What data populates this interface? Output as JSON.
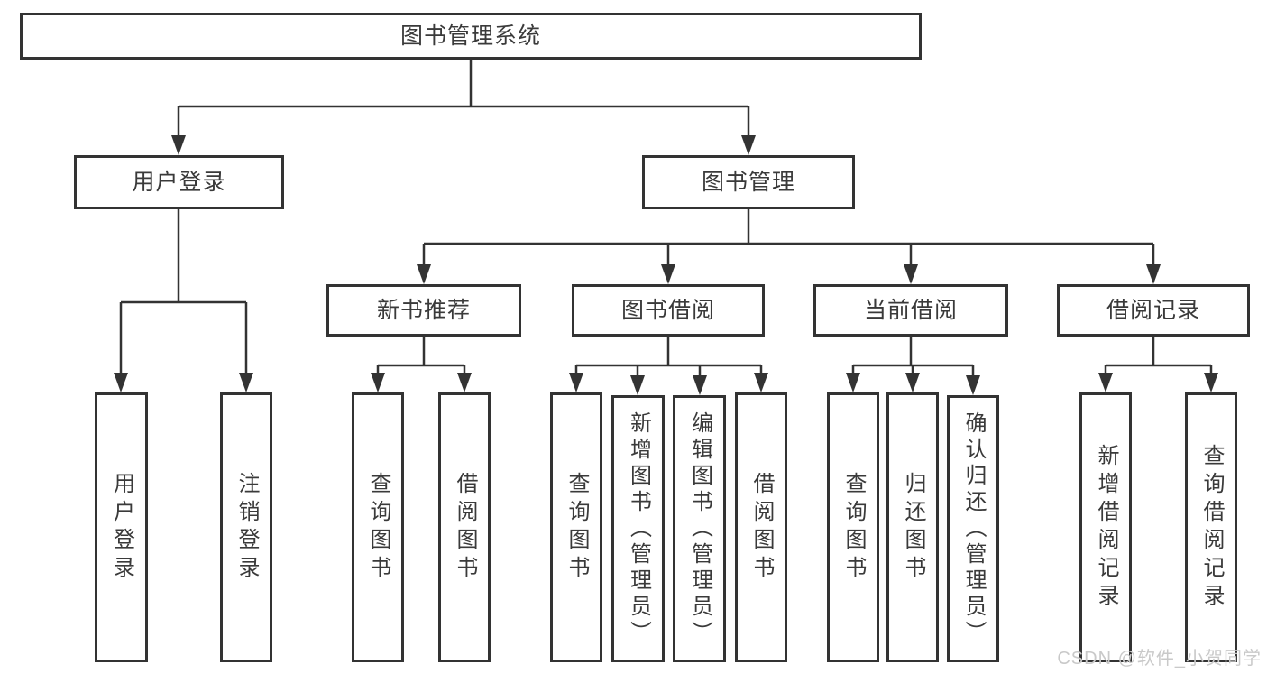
{
  "diagram": {
    "title": "图书管理系统",
    "colors": {
      "line": "#333333",
      "box_border": "#333333",
      "text": "#3a3a3a",
      "background": "#ffffff",
      "watermark": "#c9c9c9"
    },
    "tree": {
      "root": {
        "label": "图书管理系统",
        "children": [
          {
            "label": "用户登录",
            "children": [
              {
                "label": "用户登录"
              },
              {
                "label": "注销登录"
              }
            ]
          },
          {
            "label": "图书管理",
            "children": [
              {
                "label": "新书推荐",
                "children": [
                  {
                    "label": "查询图书"
                  },
                  {
                    "label": "借阅图书"
                  }
                ]
              },
              {
                "label": "图书借阅",
                "children": [
                  {
                    "label": "查询图书"
                  },
                  {
                    "label": "新增图书（管理员）"
                  },
                  {
                    "label": "编辑图书（管理员）"
                  },
                  {
                    "label": "借阅图书"
                  }
                ]
              },
              {
                "label": "当前借阅",
                "children": [
                  {
                    "label": "查询图书"
                  },
                  {
                    "label": "归还图书"
                  },
                  {
                    "label": "确认归还（管理员）"
                  }
                ]
              },
              {
                "label": "借阅记录",
                "children": [
                  {
                    "label": "新增借阅记录"
                  },
                  {
                    "label": "查询借阅记录"
                  }
                ]
              }
            ]
          }
        ]
      }
    },
    "watermark": "CSDN @软件_小贺同学"
  }
}
